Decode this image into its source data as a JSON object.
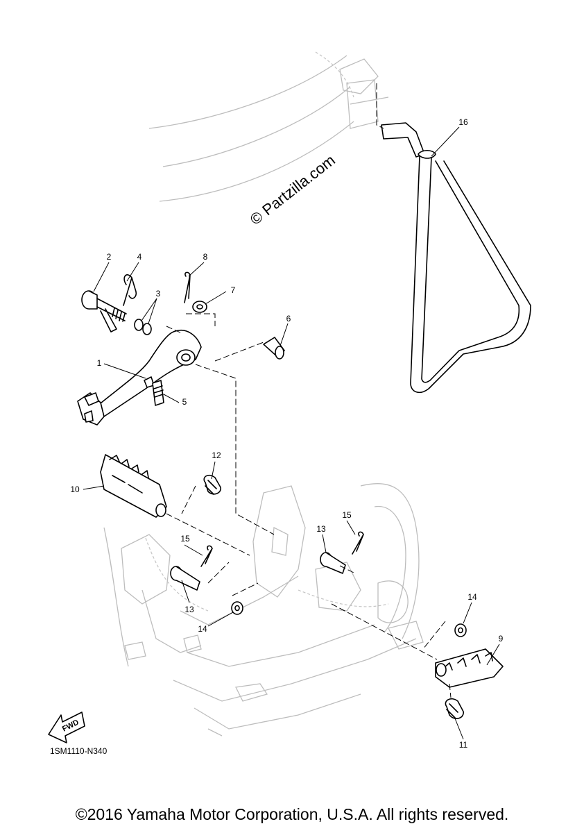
{
  "diagram": {
    "watermark": "© Partzilla.com",
    "diagram_code": "1SM1110-N340",
    "fwd_label": "FWD",
    "copyright": "©2016 Yamaha Motor Corporation, U.S.A. All rights reserved.",
    "callouts": {
      "c1": "1",
      "c2": "2",
      "c3": "3",
      "c4": "4",
      "c5": "5",
      "c6": "6",
      "c7": "7",
      "c8": "8",
      "c9": "9",
      "c10": "10",
      "c11": "11",
      "c12": "12",
      "c13a": "13",
      "c13b": "13",
      "c14a": "14",
      "c14b": "14",
      "c15a": "15",
      "c15b": "15",
      "c16": "16"
    }
  }
}
